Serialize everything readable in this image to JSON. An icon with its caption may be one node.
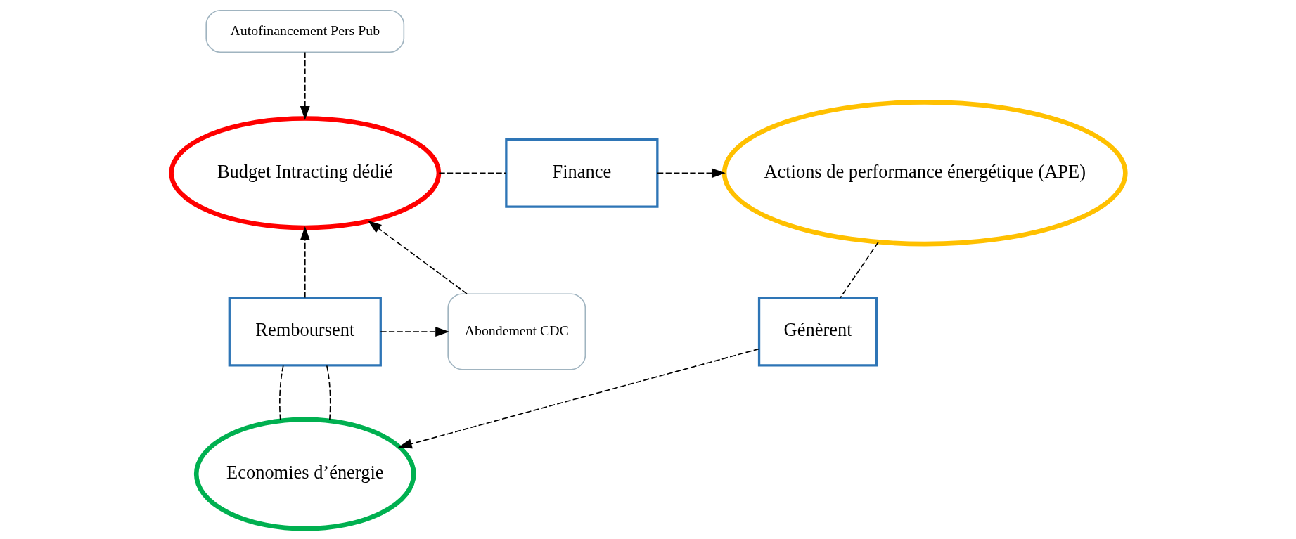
{
  "diagram": {
    "nodes": [
      {
        "text": [
          "Autofinancement Pers Pub"
        ]
      },
      {
        "text": [
          "Budget Intracting dédié"
        ]
      },
      {
        "text": [
          "Finance"
        ]
      },
      {
        "text": [
          "Actions de performance énergétique (APE)"
        ]
      },
      {
        "text": [
          "Abondement CDC"
        ]
      },
      {
        "text": [
          "Remboursent"
        ]
      },
      {
        "text": [
          "Génèrent"
        ]
      },
      {
        "text": [
          "Economies d’énergie"
        ]
      }
    ],
    "edges": [
      {
        "from": 0,
        "to": 1,
        "arrow": "to",
        "style": "dashed"
      },
      {
        "from": 1,
        "to": 2,
        "arrow": "none",
        "style": "dashed"
      },
      {
        "from": 2,
        "to": 3,
        "arrow": "to",
        "style": "dashed"
      },
      {
        "from": 4,
        "to": 1,
        "arrow": "to",
        "style": "dashed"
      },
      {
        "from": 5,
        "to": 4,
        "arrow": "to",
        "style": "dashed"
      },
      {
        "from": 5,
        "to": 1,
        "arrow": "to",
        "style": "dashed"
      },
      {
        "from": 3,
        "to": 6,
        "arrow": "none",
        "style": "dashed"
      },
      {
        "from": 5,
        "to": 7,
        "arrow": "none",
        "style": "dashed"
      },
      {
        "from": 5,
        "to": 7,
        "arrow": "none",
        "style": "dashed"
      },
      {
        "from": 6,
        "to": 7,
        "arrow": "to",
        "style": "dashed"
      }
    ]
  }
}
